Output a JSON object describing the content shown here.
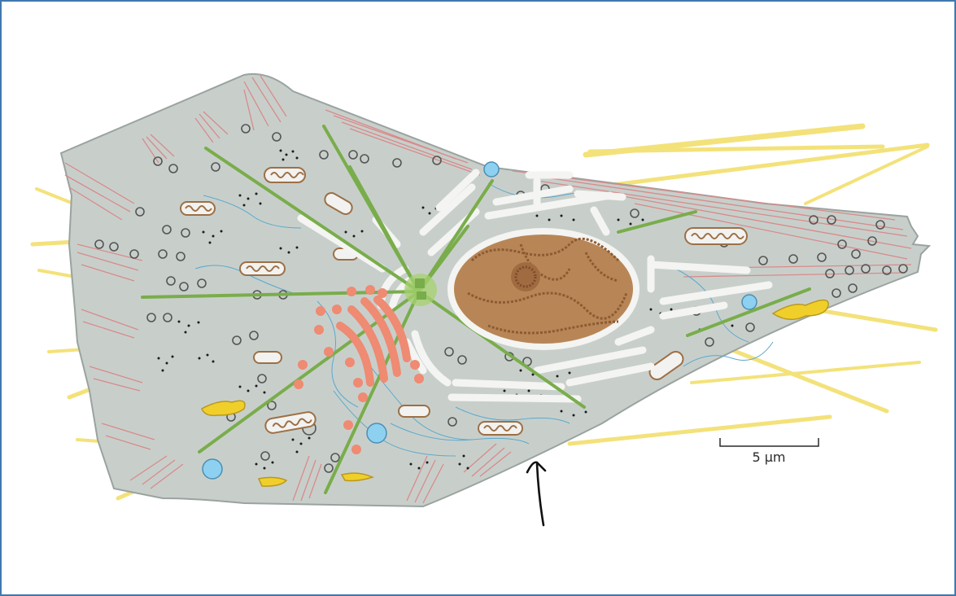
{
  "figure": {
    "scale_bar": {
      "label": "5 µm"
    },
    "colors": {
      "frame": "#3f78b0",
      "cytoplasm": "#c8cfcb",
      "cell_outline": "#9aa39f",
      "nucleus": "#b88656",
      "nuclear_envelope": "#f4f4f2",
      "chromatin": "#8d5a33",
      "microtubule": "#79ad4b",
      "centrosome": "#a6d26e",
      "golgi": "#ef8a73",
      "actin_filament": "#d98a8a",
      "intermediate_filament": "#5ba9cc",
      "extracellular_fiber": "#f3e27a",
      "mitochondrion": "#9d6f45",
      "lysosome": "#8ed0ef",
      "vesicle_yellow": "#f0cf2a",
      "ribosome": "#1c1c1c",
      "arrow": "#111111"
    },
    "annotation": {
      "type": "hand-drawn-arrow",
      "points_to": "cell-edge-lower-right"
    }
  }
}
